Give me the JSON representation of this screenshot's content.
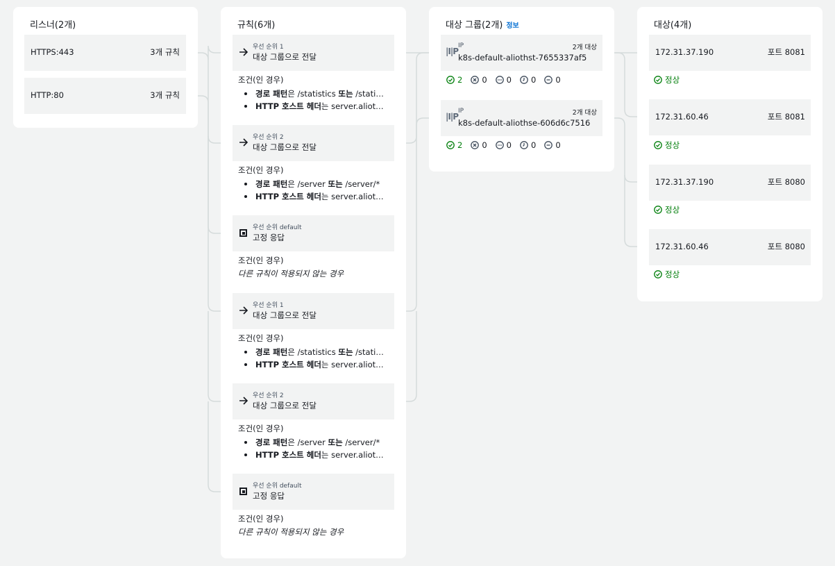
{
  "listeners": {
    "title": "리스너(2개)",
    "items": [
      {
        "name": "HTTPS:443",
        "count": "3개 규칙"
      },
      {
        "name": "HTTP:80",
        "count": "3개 규칙"
      }
    ]
  },
  "rules": {
    "title": "규칙(6개)",
    "cond_title": "조건(인 경우)",
    "items": [
      {
        "priority": "우선 순위 1",
        "action": "대상 그룹으로 전달",
        "icon": "arrow-right-icon",
        "conditions": [
          {
            "label": "경로 패턴",
            "mid": "은 /statistics ",
            "join": "또는",
            "rest": " /statistics/*"
          },
          {
            "label": "HTTP 호스트 헤더",
            "mid": "는 server.aliothstar.com",
            "join": "",
            "rest": ""
          }
        ]
      },
      {
        "priority": "우선 순위 2",
        "action": "대상 그룹으로 전달",
        "icon": "arrow-right-icon",
        "conditions": [
          {
            "label": "경로 패턴",
            "mid": "은 /server ",
            "join": "또는",
            "rest": " /server/*"
          },
          {
            "label": "HTTP 호스트 헤더",
            "mid": "는 server.aliothstar.com",
            "join": "",
            "rest": ""
          }
        ]
      },
      {
        "priority": "우선 순위 default",
        "action": "고정 응답",
        "icon": "fixed-response-icon",
        "default_text": "다른 규칙이 적용되지 않는 경우"
      },
      {
        "priority": "우선 순위 1",
        "action": "대상 그룹으로 전달",
        "icon": "arrow-right-icon",
        "conditions": [
          {
            "label": "경로 패턴",
            "mid": "은 /statistics ",
            "join": "또는",
            "rest": " /statistics/*"
          },
          {
            "label": "HTTP 호스트 헤더",
            "mid": "는 server.aliothstar.com",
            "join": "",
            "rest": ""
          }
        ]
      },
      {
        "priority": "우선 순위 2",
        "action": "대상 그룹으로 전달",
        "icon": "arrow-right-icon",
        "conditions": [
          {
            "label": "경로 패턴",
            "mid": "은 /server ",
            "join": "또는",
            "rest": " /server/*"
          },
          {
            "label": "HTTP 호스트 헤더",
            "mid": "는 server.aliothstar.com",
            "join": "",
            "rest": ""
          }
        ]
      },
      {
        "priority": "우선 순위 default",
        "action": "고정 응답",
        "icon": "fixed-response-icon",
        "default_text": "다른 규칙이 적용되지 않는 경우"
      }
    ]
  },
  "target_groups": {
    "title": "대상 그룹(2개)",
    "info_link": "정보",
    "items": [
      {
        "type": "IP",
        "name": "k8s-default-aliothst-7655337af5",
        "count": "2개 대상",
        "health": {
          "healthy": "2",
          "unhealthy": "0",
          "unused": "0",
          "initial": "0",
          "draining": "0"
        }
      },
      {
        "type": "IP",
        "name": "k8s-default-aliothse-606d6c7516",
        "count": "2개 대상",
        "health": {
          "healthy": "2",
          "unhealthy": "0",
          "unused": "0",
          "initial": "0",
          "draining": "0"
        }
      }
    ]
  },
  "targets": {
    "title": "대상(4개)",
    "items": [
      {
        "ip": "172.31.37.190",
        "port": "포트 8081",
        "status": "정상"
      },
      {
        "ip": "172.31.60.46",
        "port": "포트 8081",
        "status": "정상"
      },
      {
        "ip": "172.31.37.190",
        "port": "포트 8080",
        "status": "정상"
      },
      {
        "ip": "172.31.60.46",
        "port": "포트 8080",
        "status": "정상"
      }
    ]
  },
  "colors": {
    "healthy": "#037f0c",
    "link": "#0972d3",
    "connector": "#d1d5db"
  }
}
